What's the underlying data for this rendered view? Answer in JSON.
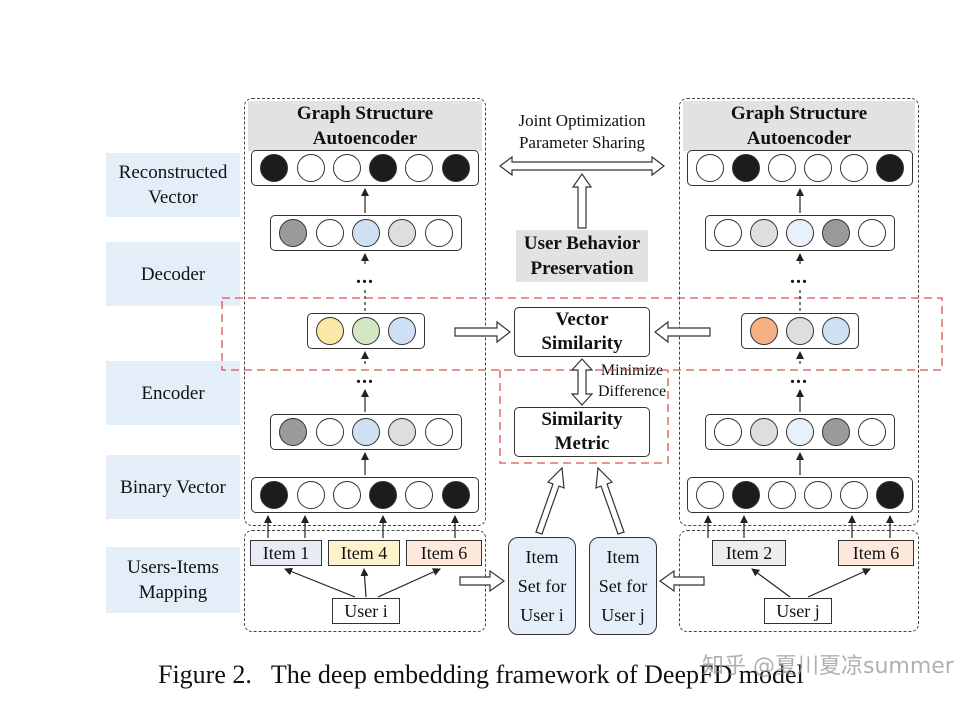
{
  "colors": {
    "label_bg": "#e3eef8",
    "header_bg": "#e2e2e2",
    "black": "#1c1c1c",
    "white": "#ffffff",
    "grey": "#9a9a9a",
    "light_grey": "#dedede",
    "light_blue": "#cfe0f4",
    "pale_blue": "#e8f0fa",
    "yellow": "#fbe7a6",
    "green": "#d4e6c4",
    "orange": "#f4b183",
    "item_blue": "#e6ebf6",
    "item_yellow": "#fdf2cc",
    "item_peach": "#fce9dc",
    "item_grey": "#ededed",
    "red_dash": "#d9534f"
  },
  "row_labels": {
    "reconstructed": "Reconstructed\nVector",
    "decoder": "Decoder",
    "encoder": "Encoder",
    "binary": "Binary Vector",
    "mapping": "Users-Items\nMapping"
  },
  "left_panel": {
    "title": "Graph Structure\nAutoencoder",
    "items": [
      "Item 1",
      "Item 4",
      "Item 6"
    ],
    "user": "User i"
  },
  "right_panel": {
    "title": "Graph Structure\nAutoencoder",
    "items": [
      "Item 2",
      "Item 6"
    ],
    "user": "User j"
  },
  "center": {
    "joint": "Joint Optimization\nParameter Sharing",
    "behavior": "User Behavior\nPreservation",
    "vector_similarity": "Vector\nSimilarity",
    "minimize": "Minimize\nDifference",
    "similarity_metric": "Similarity\nMetric",
    "set_i": "Item\nSet for\nUser i",
    "set_j": "Item\nSet for\nUser j"
  },
  "ellipsis": "...",
  "caption": "Figure 2.   The deep embedding framework of DeepFD model",
  "watermark": "知乎 @夏川夏凉summer"
}
